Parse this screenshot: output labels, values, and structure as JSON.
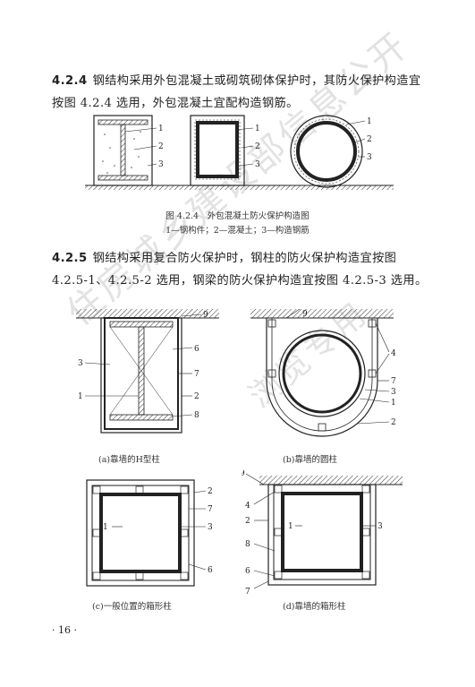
{
  "section_424": {
    "number": "4.2.4",
    "text": "钢结构采用外包混凝土或砌筑砌体保护时，其防火保护构造宜按图 4.2.4 选用，外包混凝土宜配构造钢筋。"
  },
  "figure_424": {
    "caption": "图 4.2.4　外包混凝土防火保护构造图",
    "legend": "1—钢构件；2—混凝土；3—构造钢筋",
    "labels": [
      "1",
      "2",
      "3"
    ]
  },
  "section_425": {
    "number": "4.2.5",
    "text": "钢结构采用复合防火保护时，钢柱的防火保护构造宜按图 4.2.5-1、4.2.5-2 选用，钢梁的防火保护构造宜按图 4.2.5-3 选用。"
  },
  "figure_425": {
    "a": {
      "caption": "(a)靠墙的H型柱",
      "labels": [
        "9",
        "6",
        "3",
        "7",
        "1",
        "2",
        "8"
      ]
    },
    "b": {
      "caption": "(b)靠墙的圆柱",
      "labels": [
        "9",
        "4",
        "7",
        "3",
        "1",
        "2"
      ]
    },
    "c": {
      "caption": "(c)一般位置的箱形柱",
      "labels": [
        "2",
        "7",
        "1",
        "3",
        "6"
      ]
    },
    "d": {
      "caption": "(d)靠墙的箱形柱",
      "labels": [
        "9",
        "4",
        "2",
        "1",
        "3",
        "8",
        "6",
        "7"
      ]
    }
  },
  "watermark": {
    "line1": "住房城乡建设部信息公开",
    "line2": "浏览专用"
  },
  "page_number": "· 16 ·"
}
